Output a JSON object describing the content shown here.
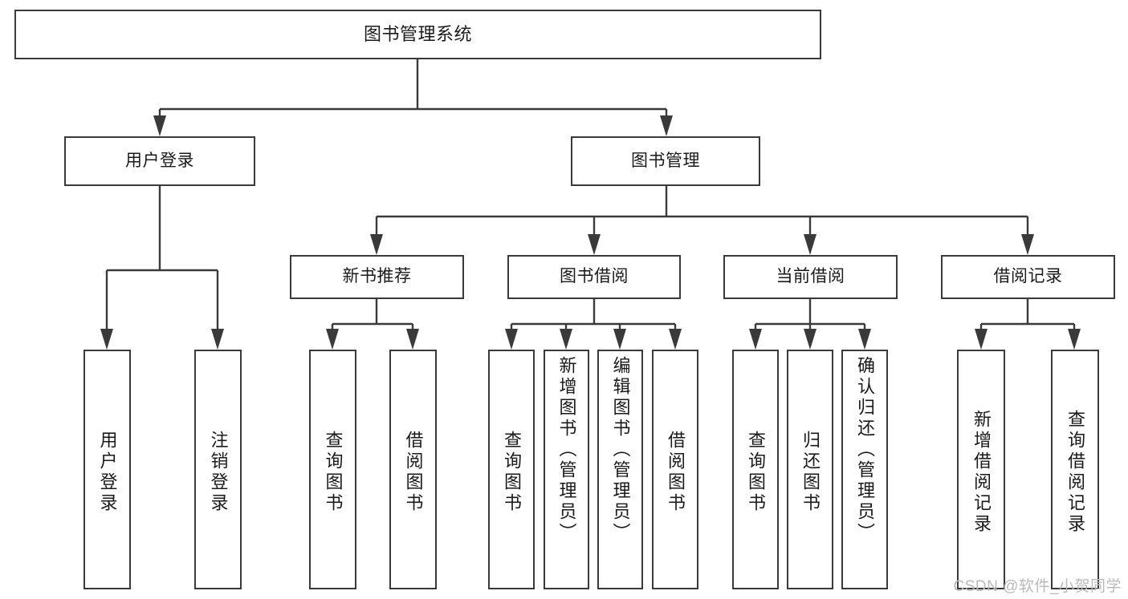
{
  "diagram": {
    "type": "tree-hierarchy",
    "title": "图书管理系统",
    "watermark": "CSDN @软件_小贺同学",
    "colors": {
      "stroke": "#3a3a3a",
      "box_fill": "#ffffff",
      "text": "#1a1a1a",
      "background": "#ffffff",
      "watermark": "#b9b9b9"
    },
    "root": {
      "label": "图书管理系统"
    },
    "level1": [
      {
        "label": "用户登录"
      },
      {
        "label": "图书管理"
      }
    ],
    "level2": [
      {
        "label": "新书推荐"
      },
      {
        "label": "图书借阅"
      },
      {
        "label": "当前借阅"
      },
      {
        "label": "借阅记录"
      }
    ],
    "leaves": {
      "user_login": [
        {
          "label": "用户登录"
        },
        {
          "label": "注销登录"
        }
      ],
      "new_book": [
        {
          "label": "查询图书"
        },
        {
          "label": "借阅图书"
        }
      ],
      "book_borrow": [
        {
          "label": "查询图书"
        },
        {
          "label": "新增图书（管理员）"
        },
        {
          "label": "编辑图书（管理员）"
        },
        {
          "label": "借阅图书"
        }
      ],
      "current_borrow": [
        {
          "label": "查询图书"
        },
        {
          "label": "归还图书"
        },
        {
          "label": "确认归还（管理员）"
        }
      ],
      "borrow_record": [
        {
          "label": "新增借阅记录"
        },
        {
          "label": "查询借阅记录"
        }
      ]
    }
  }
}
